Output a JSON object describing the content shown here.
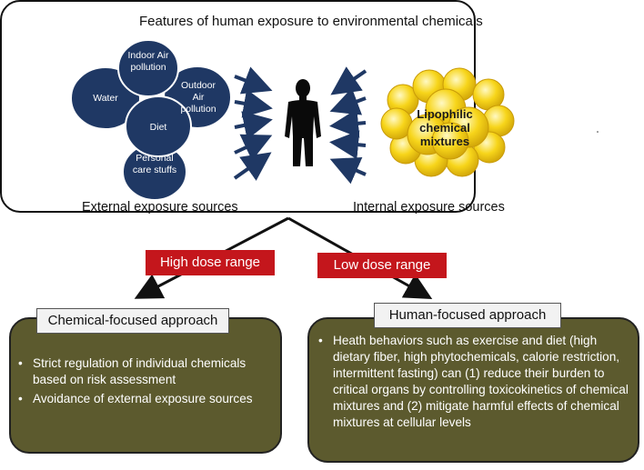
{
  "title": "Features of human exposure to environmental chemicals",
  "external_sources": [
    "Indoor Air pollution",
    "Water",
    "Outdoor Air pollution",
    "Diet",
    "Personal care stuffs"
  ],
  "internal_source_label": "Lipophilic chemical mixtures",
  "external_label": "External exposure sources",
  "internal_label": "Internal exposure sources",
  "high_dose": "High dose range",
  "low_dose": "Low dose range",
  "chemical_approach": {
    "title": "Chemical-focused approach",
    "bullets": [
      "Strict regulation of individual  chemicals based on risk assessment",
      "Avoidance of external exposure sources"
    ]
  },
  "human_approach": {
    "title": "Human-focused approach",
    "bullets": [
      "Heath behaviors such as exercise and diet (high dietary fiber, high phytochemicals, calorie restriction, intermittent fasting) can (1) reduce their burden to critical organs by controlling toxicokinetics of chemical mixtures and (2) mitigate harmful effects of chemical mixtures at cellular levels"
    ]
  },
  "colors": {
    "circle_fill": "#1f3864",
    "tag_red": "#c4161c",
    "olive": "#5c5a2e",
    "arrow_navy": "#1f3864",
    "fat_yellow": "#f7d51a"
  },
  "icons": {
    "person": "human-silhouette-icon",
    "fat": "fat-cell-cluster-icon"
  }
}
